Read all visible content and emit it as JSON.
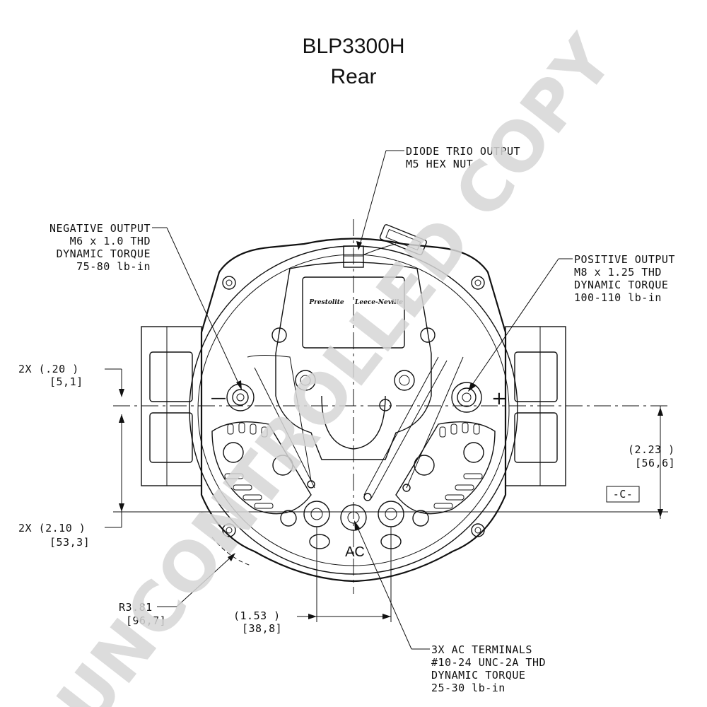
{
  "header": {
    "title": "BLP3300H",
    "subtitle": "Rear"
  },
  "watermark": "UNCONTROLLED COPY",
  "callouts": {
    "diode_trio": [
      "DIODE TRIO OUTPUT",
      "M5 HEX NUT"
    ],
    "negative_output": [
      "NEGATIVE OUTPUT",
      "M6 x 1.0 THD",
      "DYNAMIC TORQUE",
      "75-80 lb-in"
    ],
    "positive_output": [
      "POSITIVE OUTPUT",
      "M8 x 1.25 THD",
      "DYNAMIC TORQUE",
      "100-110 lb-in"
    ],
    "ac_terminals": [
      "3X AC TERMINALS",
      "#10-24 UNC-2A THD",
      "DYNAMIC TORQUE",
      "25-30 lb-in"
    ]
  },
  "dimensions": {
    "offset_small": [
      "2X (.20  )",
      "[5,1]"
    ],
    "offset_large": [
      "2X (2.10  )",
      "[53,3]"
    ],
    "height_c": [
      "(2.23  )",
      "[56,6]"
    ],
    "radius": [
      "R3.81",
      "[96,7]"
    ],
    "ac_spacing": [
      "(1.53  )",
      "[38,8]"
    ]
  },
  "datum_label": "-C-",
  "labels": {
    "ac": "AC",
    "negative_symbol": "—",
    "positive_symbol": "+",
    "brand_left": "Prestolite",
    "brand_right": "Leece-Neville"
  }
}
